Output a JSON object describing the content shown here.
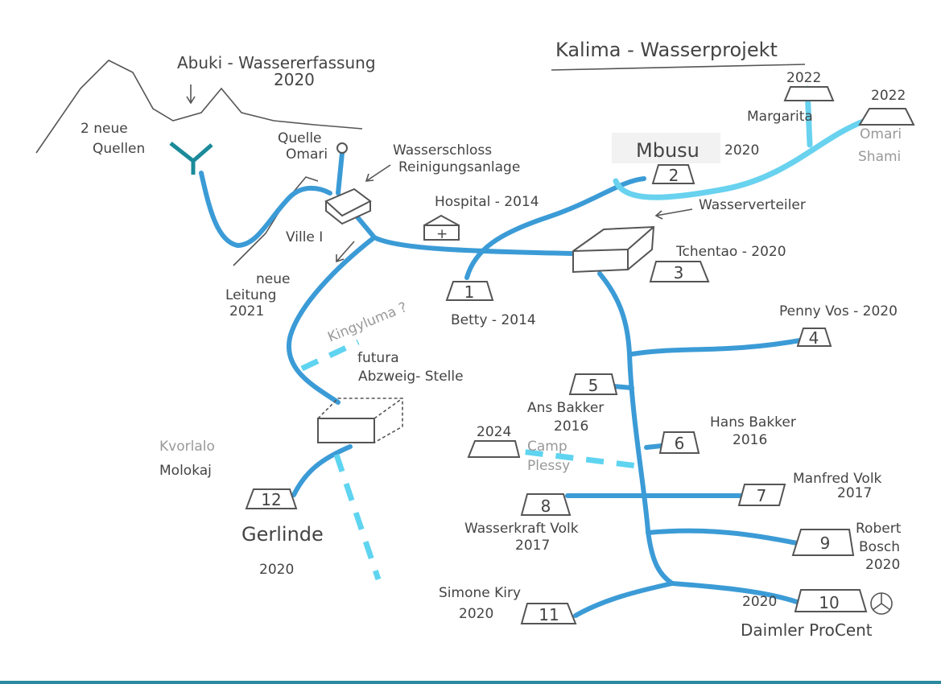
{
  "title": "Kalima - Wasserprojekt",
  "source": {
    "name": "Abuki - Wassererfassung",
    "year": "2020",
    "springs": [
      "2 neue",
      "Quellen"
    ],
    "quelle": [
      "Quelle",
      "Omari"
    ]
  },
  "facilities": {
    "wasserschloss": [
      "Wasserschloss",
      "Reinigungsanlage"
    ],
    "hospital": "Hospital - 2014",
    "ville": "Ville I",
    "neue_leitung": [
      "neue",
      "Leitung",
      "2021"
    ],
    "verteiler": "Wasserverteiler",
    "abzweig": [
      "futura",
      "Abzweig- Stelle"
    ],
    "kingyluma": "Kingyluma ?",
    "kvorlalo": [
      "Kvorlalo",
      "Molokaj"
    ]
  },
  "nodes": [
    {
      "num": "1",
      "label": "Betty - 2014"
    },
    {
      "num": "2",
      "label": "Mbusu",
      "year": "2020"
    },
    {
      "num": "3",
      "label": "Tchentao - 2020"
    },
    {
      "num": "4",
      "label": "Penny Vos - 2020"
    },
    {
      "num": "5",
      "label": "Ans Bakker",
      "year": "2016"
    },
    {
      "num": "6",
      "label": "Hans Bakker",
      "year": "2016"
    },
    {
      "num": "7",
      "label": "Manfred Volk",
      "year": "2017"
    },
    {
      "num": "8",
      "label": "Wasserkraft Volk",
      "year": "2017"
    },
    {
      "num": "9",
      "label": "Robert",
      "label2": "Bosch",
      "year": "2020"
    },
    {
      "num": "10",
      "label": "Daimler ProCent",
      "year": "2020"
    },
    {
      "num": "11",
      "label": "Simone Kiry",
      "year": "2020"
    },
    {
      "num": "12",
      "label": "Gerlinde",
      "year": "2020"
    }
  ],
  "planned": [
    {
      "label": "Margarita",
      "year": "2022"
    },
    {
      "label": "Omari",
      "label2": "Shami",
      "year": "2022"
    },
    {
      "label": "Camp",
      "label2": "Plessy",
      "year": "2024"
    }
  ],
  "colors": {
    "pipe": "#3b9bd6",
    "planned_pipe": "#68d2ef",
    "pencil": "#555555"
  }
}
